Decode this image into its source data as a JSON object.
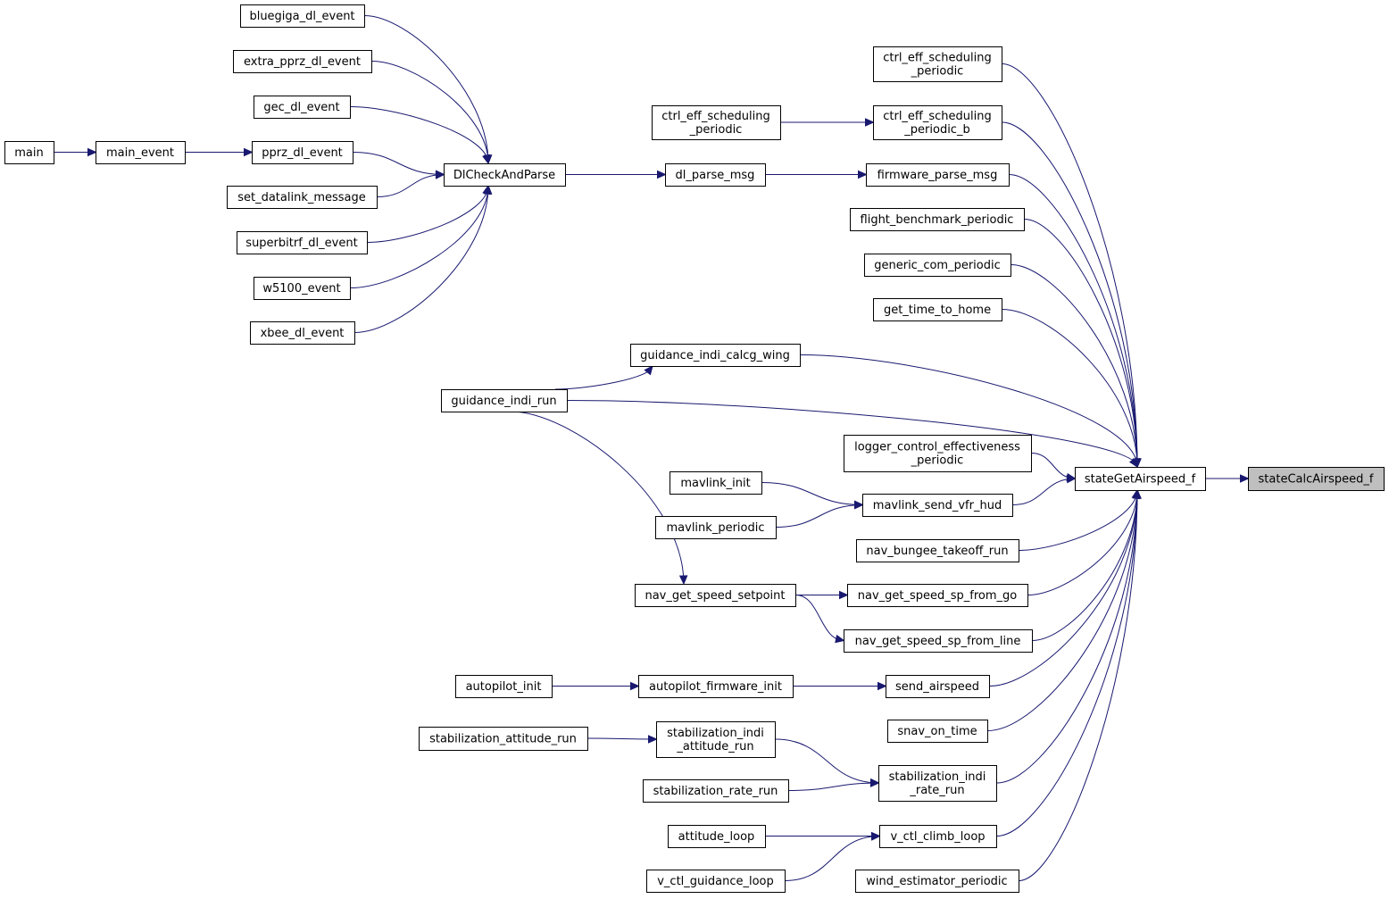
{
  "nodes": [
    {
      "id": "main",
      "lines": [
        "main"
      ]
    },
    {
      "id": "main_event",
      "lines": [
        "main_event"
      ]
    },
    {
      "id": "bluegiga_dl_event",
      "lines": [
        "bluegiga_dl_event"
      ]
    },
    {
      "id": "extra_pprz_dl_event",
      "lines": [
        "extra_pprz_dl_event"
      ]
    },
    {
      "id": "gec_dl_event",
      "lines": [
        "gec_dl_event"
      ]
    },
    {
      "id": "pprz_dl_event",
      "lines": [
        "pprz_dl_event"
      ]
    },
    {
      "id": "set_datalink_message",
      "lines": [
        "set_datalink_message"
      ]
    },
    {
      "id": "superbitrf_dl_event",
      "lines": [
        "superbitrf_dl_event"
      ]
    },
    {
      "id": "w5100_event",
      "lines": [
        "w5100_event"
      ]
    },
    {
      "id": "xbee_dl_event",
      "lines": [
        "xbee_dl_event"
      ]
    },
    {
      "id": "DlCheckAndParse",
      "lines": [
        "DlCheckAndParse"
      ]
    },
    {
      "id": "dl_parse_msg",
      "lines": [
        "dl_parse_msg"
      ]
    },
    {
      "id": "ctrl_eff_scheduling_periodic_left",
      "lines": [
        "ctrl_eff_scheduling",
        "_periodic"
      ]
    },
    {
      "id": "ctrl_eff_scheduling_periodic",
      "lines": [
        "ctrl_eff_scheduling",
        "_periodic"
      ]
    },
    {
      "id": "ctrl_eff_scheduling_periodic_b",
      "lines": [
        "ctrl_eff_scheduling",
        "_periodic_b"
      ]
    },
    {
      "id": "firmware_parse_msg",
      "lines": [
        "firmware_parse_msg"
      ]
    },
    {
      "id": "flight_benchmark_periodic",
      "lines": [
        "flight_benchmark_periodic"
      ]
    },
    {
      "id": "generic_com_periodic",
      "lines": [
        "generic_com_periodic"
      ]
    },
    {
      "id": "get_time_to_home",
      "lines": [
        "get_time_to_home"
      ]
    },
    {
      "id": "guidance_indi_calcg_wing",
      "lines": [
        "guidance_indi_calcg_wing"
      ]
    },
    {
      "id": "guidance_indi_run",
      "lines": [
        "guidance_indi_run"
      ]
    },
    {
      "id": "logger_control_effectiveness_periodic",
      "lines": [
        "logger_control_effectiveness",
        "_periodic"
      ]
    },
    {
      "id": "mavlink_init",
      "lines": [
        "mavlink_init"
      ]
    },
    {
      "id": "mavlink_periodic",
      "lines": [
        "mavlink_periodic"
      ]
    },
    {
      "id": "mavlink_send_vfr_hud",
      "lines": [
        "mavlink_send_vfr_hud"
      ]
    },
    {
      "id": "nav_bungee_takeoff_run",
      "lines": [
        "nav_bungee_takeoff_run"
      ]
    },
    {
      "id": "nav_get_speed_setpoint",
      "lines": [
        "nav_get_speed_setpoint"
      ]
    },
    {
      "id": "nav_get_speed_sp_from_go",
      "lines": [
        "nav_get_speed_sp_from_go"
      ]
    },
    {
      "id": "nav_get_speed_sp_from_line",
      "lines": [
        "nav_get_speed_sp_from_line"
      ]
    },
    {
      "id": "autopilot_init",
      "lines": [
        "autopilot_init"
      ]
    },
    {
      "id": "autopilot_firmware_init",
      "lines": [
        "autopilot_firmware_init"
      ]
    },
    {
      "id": "send_airspeed",
      "lines": [
        "send_airspeed"
      ]
    },
    {
      "id": "snav_on_time",
      "lines": [
        "snav_on_time"
      ]
    },
    {
      "id": "stabilization_attitude_run",
      "lines": [
        "stabilization_attitude_run"
      ]
    },
    {
      "id": "stabilization_indi_attitude_run",
      "lines": [
        "stabilization_indi",
        "_attitude_run"
      ]
    },
    {
      "id": "stabilization_rate_run",
      "lines": [
        "stabilization_rate_run"
      ]
    },
    {
      "id": "stabilization_indi_rate_run",
      "lines": [
        "stabilization_indi",
        "_rate_run"
      ]
    },
    {
      "id": "attitude_loop",
      "lines": [
        "attitude_loop"
      ]
    },
    {
      "id": "v_ctl_climb_loop",
      "lines": [
        "v_ctl_climb_loop"
      ]
    },
    {
      "id": "v_ctl_guidance_loop",
      "lines": [
        "v_ctl_guidance_loop"
      ]
    },
    {
      "id": "wind_estimator_periodic",
      "lines": [
        "wind_estimator_periodic"
      ]
    },
    {
      "id": "stateGetAirspeed_f",
      "lines": [
        "stateGetAirspeed_f"
      ]
    },
    {
      "id": "stateCalcAirspeed_f",
      "lines": [
        "stateCalcAirspeed_f"
      ],
      "highlighted": true
    }
  ],
  "edges": [
    {
      "from": "main",
      "to": "main_event"
    },
    {
      "from": "main_event",
      "to": "pprz_dl_event"
    },
    {
      "from": "bluegiga_dl_event",
      "to": "DlCheckAndParse"
    },
    {
      "from": "extra_pprz_dl_event",
      "to": "DlCheckAndParse"
    },
    {
      "from": "gec_dl_event",
      "to": "DlCheckAndParse"
    },
    {
      "from": "pprz_dl_event",
      "to": "DlCheckAndParse"
    },
    {
      "from": "set_datalink_message",
      "to": "DlCheckAndParse"
    },
    {
      "from": "superbitrf_dl_event",
      "to": "DlCheckAndParse"
    },
    {
      "from": "w5100_event",
      "to": "DlCheckAndParse"
    },
    {
      "from": "xbee_dl_event",
      "to": "DlCheckAndParse"
    },
    {
      "from": "DlCheckAndParse",
      "to": "dl_parse_msg"
    },
    {
      "from": "dl_parse_msg",
      "to": "firmware_parse_msg"
    },
    {
      "from": "ctrl_eff_scheduling_periodic_left",
      "to": "ctrl_eff_scheduling_periodic_b"
    },
    {
      "from": "guidance_indi_run",
      "to": "guidance_indi_calcg_wing"
    },
    {
      "from": "guidance_indi_run",
      "to": "nav_get_speed_setpoint"
    },
    {
      "from": "mavlink_init",
      "to": "mavlink_send_vfr_hud"
    },
    {
      "from": "mavlink_periodic",
      "to": "mavlink_send_vfr_hud"
    },
    {
      "from": "nav_get_speed_setpoint",
      "to": "nav_get_speed_sp_from_go"
    },
    {
      "from": "nav_get_speed_setpoint",
      "to": "nav_get_speed_sp_from_line"
    },
    {
      "from": "autopilot_init",
      "to": "autopilot_firmware_init"
    },
    {
      "from": "autopilot_firmware_init",
      "to": "send_airspeed"
    },
    {
      "from": "stabilization_attitude_run",
      "to": "stabilization_indi_attitude_run"
    },
    {
      "from": "stabilization_indi_attitude_run",
      "to": "stabilization_indi_rate_run"
    },
    {
      "from": "stabilization_rate_run",
      "to": "stabilization_indi_rate_run"
    },
    {
      "from": "attitude_loop",
      "to": "v_ctl_climb_loop"
    },
    {
      "from": "v_ctl_guidance_loop",
      "to": "v_ctl_climb_loop"
    },
    {
      "from": "ctrl_eff_scheduling_periodic",
      "to": "stateGetAirspeed_f"
    },
    {
      "from": "ctrl_eff_scheduling_periodic_b",
      "to": "stateGetAirspeed_f"
    },
    {
      "from": "firmware_parse_msg",
      "to": "stateGetAirspeed_f"
    },
    {
      "from": "flight_benchmark_periodic",
      "to": "stateGetAirspeed_f"
    },
    {
      "from": "generic_com_periodic",
      "to": "stateGetAirspeed_f"
    },
    {
      "from": "get_time_to_home",
      "to": "stateGetAirspeed_f"
    },
    {
      "from": "guidance_indi_calcg_wing",
      "to": "stateGetAirspeed_f"
    },
    {
      "from": "guidance_indi_run",
      "to": "stateGetAirspeed_f"
    },
    {
      "from": "logger_control_effectiveness_periodic",
      "to": "stateGetAirspeed_f"
    },
    {
      "from": "mavlink_send_vfr_hud",
      "to": "stateGetAirspeed_f"
    },
    {
      "from": "nav_bungee_takeoff_run",
      "to": "stateGetAirspeed_f"
    },
    {
      "from": "nav_get_speed_sp_from_go",
      "to": "stateGetAirspeed_f"
    },
    {
      "from": "nav_get_speed_sp_from_line",
      "to": "stateGetAirspeed_f"
    },
    {
      "from": "send_airspeed",
      "to": "stateGetAirspeed_f"
    },
    {
      "from": "snav_on_time",
      "to": "stateGetAirspeed_f"
    },
    {
      "from": "stabilization_indi_rate_run",
      "to": "stateGetAirspeed_f"
    },
    {
      "from": "v_ctl_climb_loop",
      "to": "stateGetAirspeed_f"
    },
    {
      "from": "wind_estimator_periodic",
      "to": "stateGetAirspeed_f"
    },
    {
      "from": "stateGetAirspeed_f",
      "to": "stateCalcAirspeed_f"
    }
  ],
  "colors": {
    "edge": "#191970",
    "node_border": "#000000",
    "node_fill": "#ffffff",
    "highlight_fill": "#bfbfbf"
  }
}
